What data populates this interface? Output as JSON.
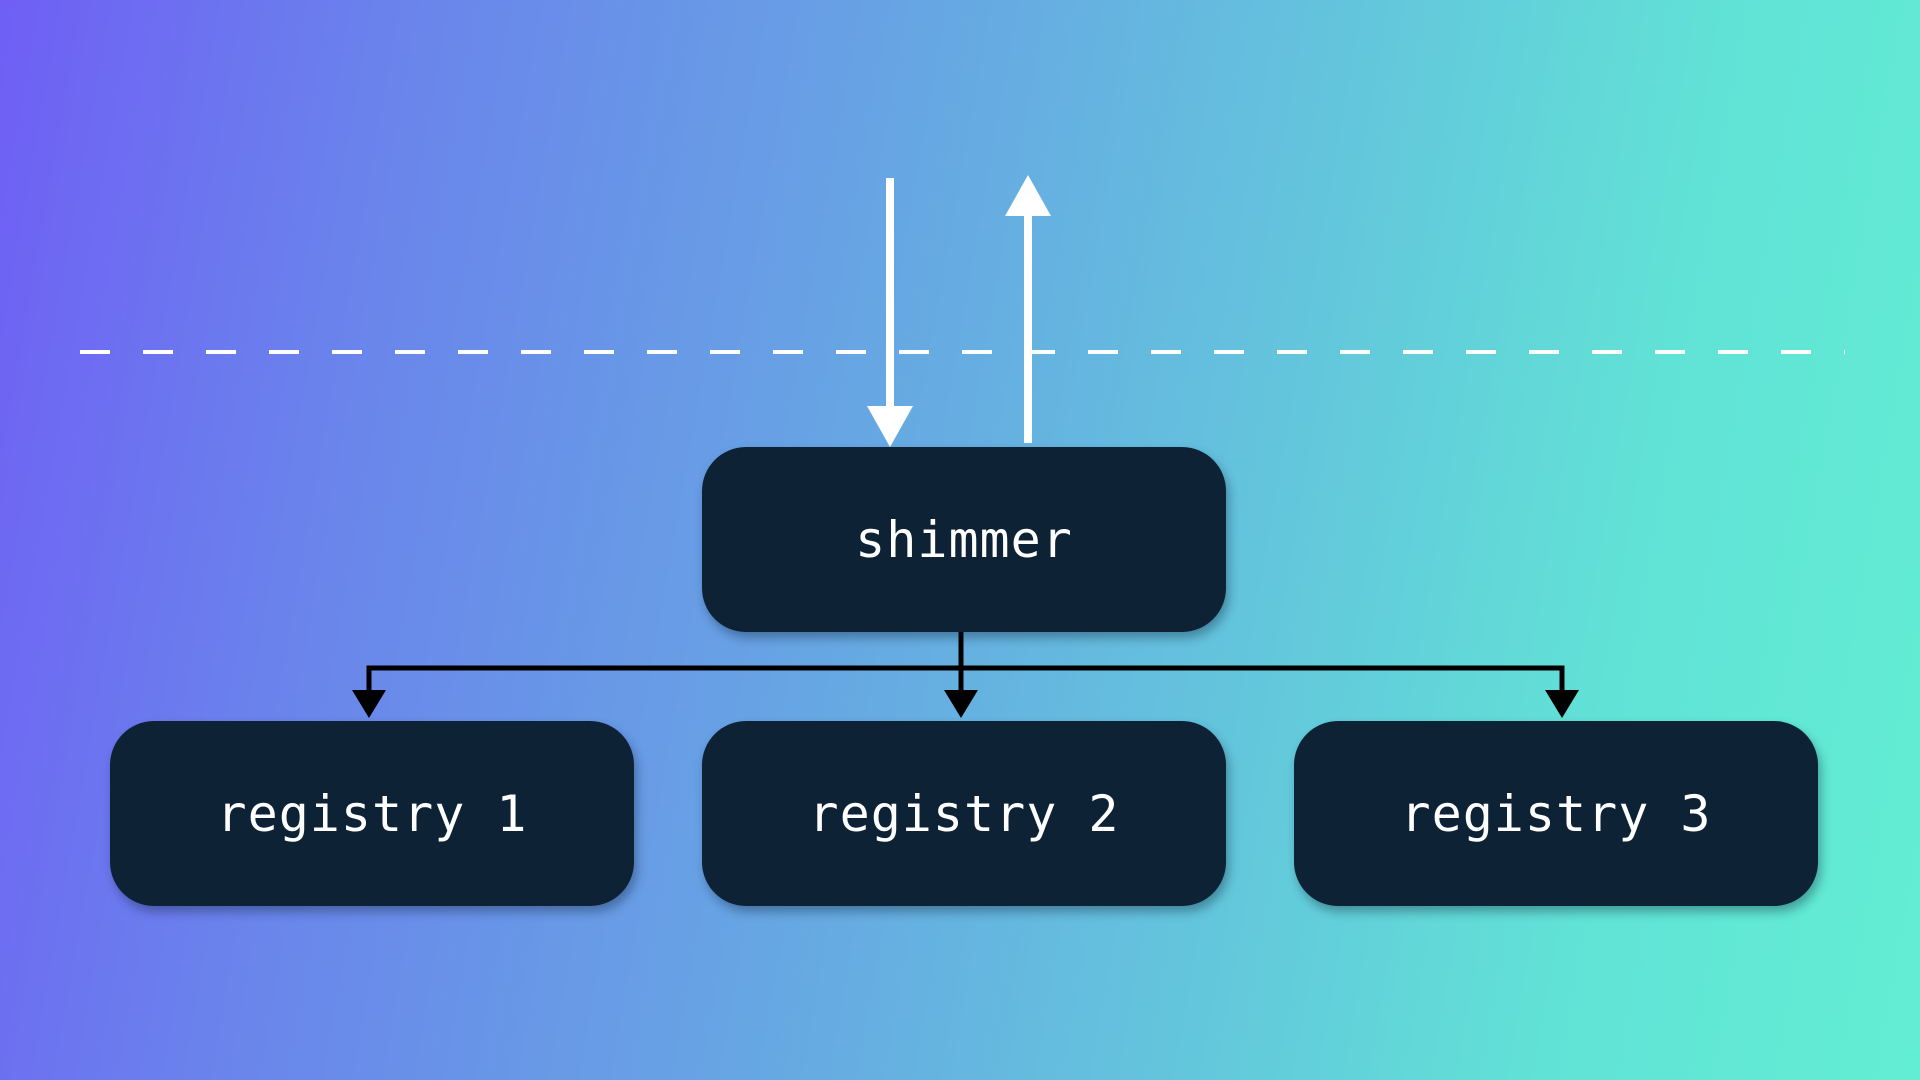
{
  "nodes": {
    "shimmer": "shimmer",
    "registry_1": "registry 1",
    "registry_2": "registry 2",
    "registry_3": "registry 3"
  },
  "colors": {
    "node_fill": "#0e2236",
    "node_text": "#ffffff",
    "white_arrows": "#ffffff",
    "black_connectors": "#000000",
    "gradient_start": "#6f5ff5",
    "gradient_end": "#62eed4"
  }
}
